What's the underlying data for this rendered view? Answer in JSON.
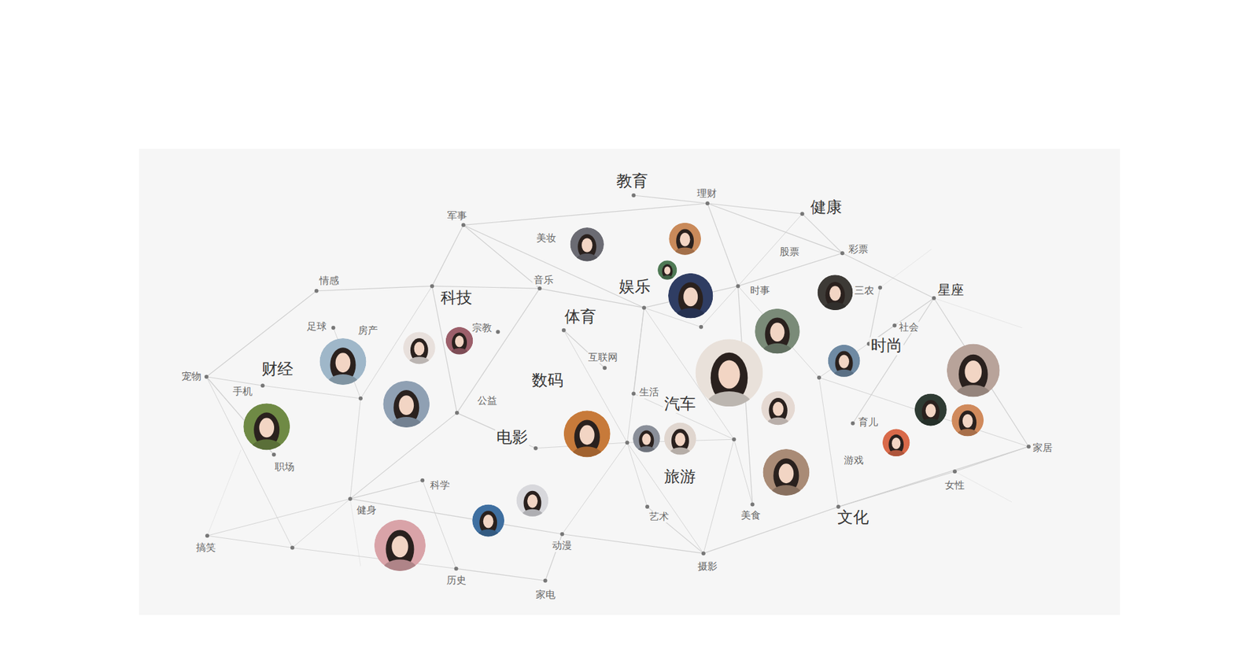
{
  "diagram": {
    "nodes": [
      {
        "text": [
          "教育"
        ]
      },
      {
        "text": [
          "理财"
        ]
      },
      {
        "text": [
          "健康"
        ]
      },
      {
        "text": [
          "军事"
        ]
      },
      {
        "text": [
          "美妆"
        ]
      },
      {
        "text": [
          "股票"
        ]
      },
      {
        "text": [
          "彩票"
        ]
      },
      {
        "text": [
          "情感"
        ]
      },
      {
        "text": [
          "音乐"
        ]
      },
      {
        "text": [
          "娱乐"
        ]
      },
      {
        "text": [
          "时事"
        ]
      },
      {
        "text": [
          "三农"
        ]
      },
      {
        "text": [
          "星座"
        ]
      },
      {
        "text": [
          "科技"
        ]
      },
      {
        "text": [
          "足球"
        ]
      },
      {
        "text": [
          "房产"
        ]
      },
      {
        "text": [
          "宗教"
        ]
      },
      {
        "text": [
          "体育"
        ]
      },
      {
        "text": [
          "社会"
        ]
      },
      {
        "text": [
          "时尚"
        ]
      },
      {
        "text": [
          "互联网"
        ]
      },
      {
        "text": [
          "宠物"
        ]
      },
      {
        "text": [
          "财经"
        ]
      },
      {
        "text": [
          "数码"
        ]
      },
      {
        "text": [
          "手机"
        ]
      },
      {
        "text": [
          "生活"
        ]
      },
      {
        "text": [
          "公益"
        ]
      },
      {
        "text": [
          "汽车"
        ]
      },
      {
        "text": [
          "育儿"
        ]
      },
      {
        "text": [
          "电影"
        ]
      },
      {
        "text": [
          "家居"
        ]
      },
      {
        "text": [
          "游戏"
        ]
      },
      {
        "text": [
          "职场"
        ]
      },
      {
        "text": [
          "旅游"
        ]
      },
      {
        "text": [
          "科学"
        ]
      },
      {
        "text": [
          "女性"
        ]
      },
      {
        "text": [
          "健身"
        ]
      },
      {
        "text": [
          "艺术"
        ]
      },
      {
        "text": [
          "美食"
        ]
      },
      {
        "text": [
          "文化"
        ]
      },
      {
        "text": [
          "搞笑"
        ]
      },
      {
        "text": [
          "动漫"
        ]
      },
      {
        "text": [
          "摄影"
        ]
      },
      {
        "text": [
          "历史"
        ]
      },
      {
        "text": [
          "家电"
        ]
      }
    ],
    "edges": [
      {
        "from": 3,
        "to": 1,
        "arrow": "none"
      },
      {
        "from": 0,
        "to": 1,
        "arrow": "none"
      },
      {
        "from": 1,
        "to": 2,
        "arrow": "none"
      },
      {
        "from": 1,
        "to": 6,
        "arrow": "none"
      },
      {
        "from": 1,
        "to": 10,
        "arrow": "none"
      },
      {
        "from": 3,
        "to": 13,
        "arrow": "none"
      },
      {
        "from": 3,
        "to": 8,
        "arrow": "none"
      },
      {
        "from": 3,
        "to": 9,
        "arrow": "none"
      },
      {
        "from": 2,
        "to": 6,
        "arrow": "none"
      },
      {
        "from": 6,
        "to": 12,
        "arrow": "none"
      },
      {
        "from": 6,
        "to": 10,
        "arrow": "none"
      },
      {
        "from": 7,
        "to": 13,
        "arrow": "none"
      },
      {
        "from": 13,
        "to": 8,
        "arrow": "none"
      },
      {
        "from": 7,
        "to": 21,
        "arrow": "none"
      },
      {
        "from": 21,
        "to": 24,
        "arrow": "none"
      },
      {
        "from": 8,
        "to": 9,
        "arrow": "none"
      },
      {
        "from": 9,
        "to": 10,
        "arrow": "none"
      },
      {
        "from": 12,
        "to": 18,
        "arrow": "none"
      },
      {
        "from": 12,
        "to": 30,
        "arrow": "none"
      },
      {
        "from": 30,
        "to": 35,
        "arrow": "none"
      },
      {
        "from": 30,
        "to": 39,
        "arrow": "none"
      },
      {
        "from": 39,
        "to": 42,
        "arrow": "none"
      },
      {
        "from": 42,
        "to": 41,
        "arrow": "none"
      },
      {
        "from": 41,
        "to": 36,
        "arrow": "none"
      },
      {
        "from": 36,
        "to": 34,
        "arrow": "none"
      },
      {
        "from": 43,
        "to": 44,
        "arrow": "none"
      },
      {
        "from": 9,
        "to": 25,
        "arrow": "none"
      },
      {
        "from": 17,
        "to": 20,
        "arrow": "none"
      },
      {
        "from": 13,
        "to": 26,
        "arrow": "none"
      },
      {
        "from": 8,
        "to": 26,
        "arrow": "none"
      },
      {
        "from": 26,
        "to": 36,
        "arrow": "none"
      },
      {
        "from": 26,
        "to": 29,
        "arrow": "none"
      },
      {
        "from": 18,
        "to": 19,
        "arrow": "none"
      },
      {
        "from": 10,
        "to": 38,
        "arrow": "none"
      },
      {
        "from": 11,
        "to": 19,
        "arrow": "none"
      },
      {
        "from": 12,
        "to": 28,
        "arrow": "none"
      },
      {
        "from": 39,
        "to": 35,
        "arrow": "none"
      },
      {
        "from": 21,
        "to": 32,
        "arrow": "none"
      },
      {
        "from": 41,
        "to": 44,
        "arrow": "none"
      },
      {
        "from": 37,
        "to": 42,
        "arrow": "none"
      }
    ]
  }
}
